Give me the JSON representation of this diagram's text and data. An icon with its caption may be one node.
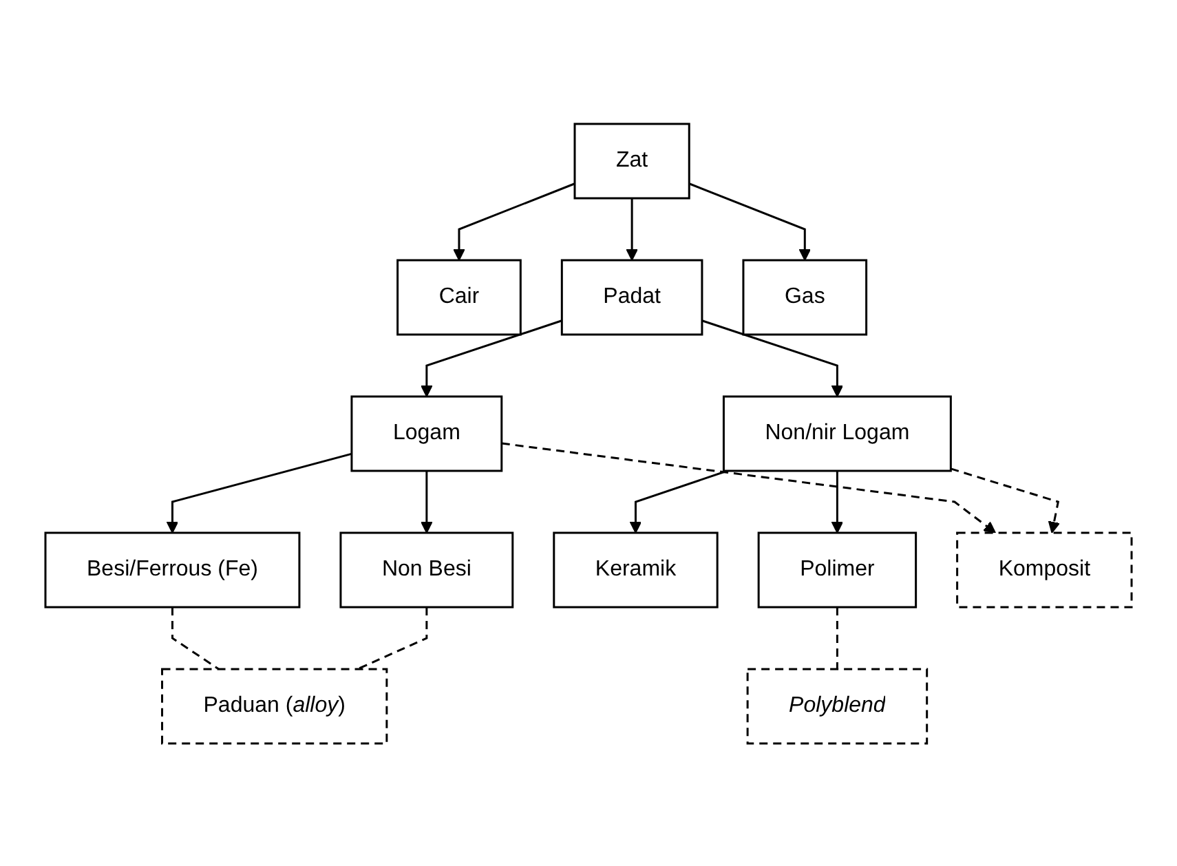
{
  "diagram": {
    "nodes": [
      {
        "text": [
          "Zat"
        ]
      },
      {
        "text": [
          "Cair"
        ]
      },
      {
        "text": [
          "Padat"
        ]
      },
      {
        "text": [
          "Gas"
        ]
      },
      {
        "text": [
          "Logam"
        ]
      },
      {
        "text": [
          "Non/nir Logam"
        ]
      },
      {
        "text": [
          "Besi/Ferrous (Fe)"
        ]
      },
      {
        "text": [
          "Non Besi"
        ]
      },
      {
        "text": [
          "Keramik"
        ]
      },
      {
        "text": [
          "Polimer"
        ]
      },
      {
        "text": [
          "Paduan (*alloy*)"
        ]
      },
      {
        "text": [
          "Polyblend"
        ]
      },
      {
        "text": [
          "Komposit"
        ]
      }
    ],
    "edges": [
      {
        "from": 0,
        "to": 1,
        "arrow": "to"
      },
      {
        "from": 0,
        "to": 2,
        "arrow": "to"
      },
      {
        "from": 0,
        "to": 3,
        "arrow": "to"
      },
      {
        "from": 2,
        "to": 4,
        "arrow": "to"
      },
      {
        "from": 2,
        "to": 5,
        "arrow": "to"
      },
      {
        "from": 4,
        "to": 6,
        "arrow": "to"
      },
      {
        "from": 4,
        "to": 7,
        "arrow": "to"
      },
      {
        "from": 5,
        "to": 8,
        "arrow": "to"
      },
      {
        "from": 5,
        "to": 9,
        "arrow": "to"
      },
      {
        "from": 6,
        "to": 10,
        "arrow": "none",
        "style": "dashed"
      },
      {
        "from": 7,
        "to": 10,
        "arrow": "none",
        "style": "dashed"
      },
      {
        "from": 9,
        "to": 11,
        "arrow": "none",
        "style": "dashed"
      },
      {
        "from": 4,
        "to": 12,
        "arrow": "to",
        "style": "dashed"
      },
      {
        "from": 5,
        "to": 12,
        "arrow": "to",
        "style": "dashed"
      }
    ]
  }
}
